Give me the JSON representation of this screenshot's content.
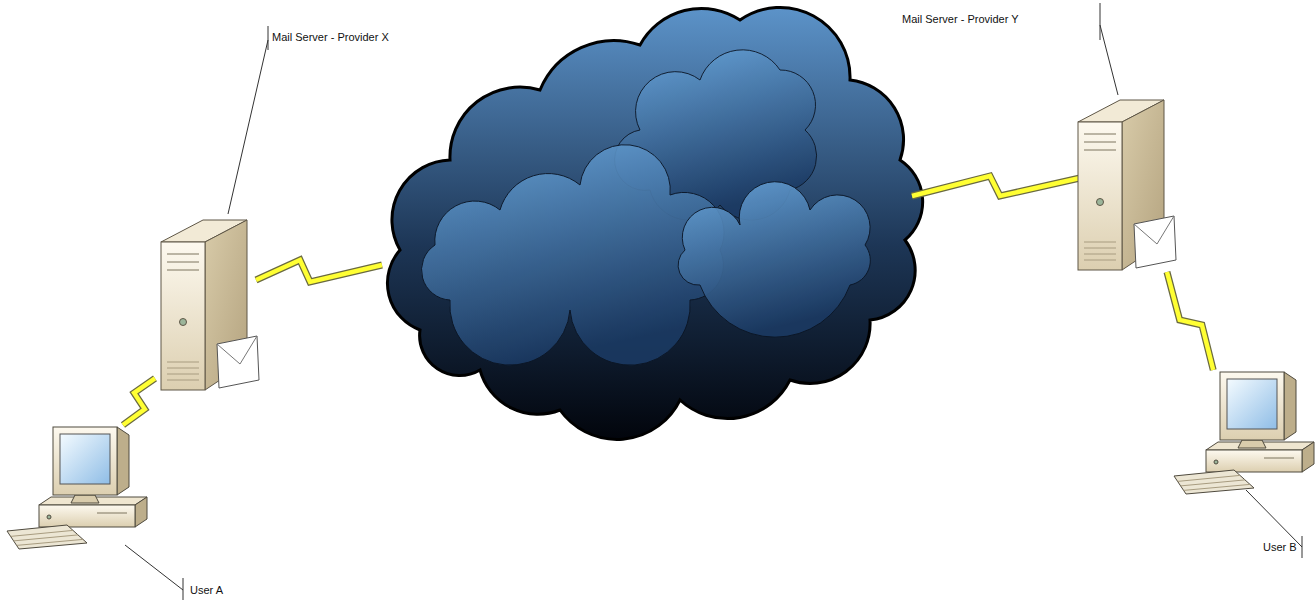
{
  "diagram": {
    "nodes": [
      {
        "text": [
          "Mail Server - Provider X"
        ]
      },
      {
        "text": [
          "Mail Server - Provider Y"
        ]
      },
      {
        "text": [
          "User A"
        ]
      },
      {
        "text": [
          "User B"
        ]
      }
    ],
    "edges": [
      {
        "from": 2,
        "to": 0,
        "arrow": "none"
      },
      {
        "from": 1,
        "to": 3,
        "arrow": "none"
      }
    ]
  }
}
